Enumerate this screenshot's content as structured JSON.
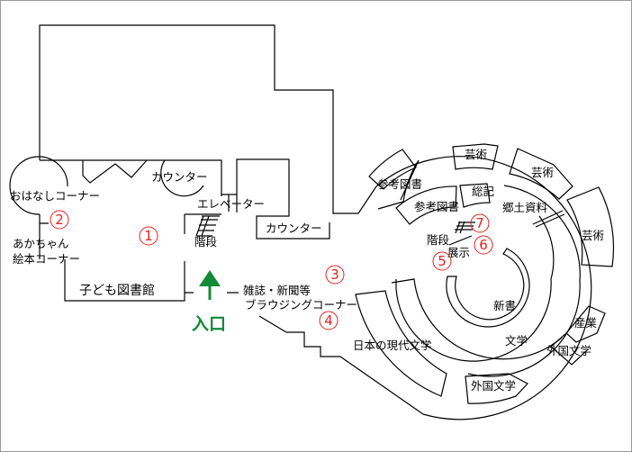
{
  "map": {
    "areas": {
      "ohanashi": "おはなしコーナー",
      "akachan_1": "あかちゃん",
      "akachan_2": "絵本コーナー",
      "counter_kids": "カウンター",
      "elevator": "エレベーター",
      "stairs_1": "階段",
      "counter_main": "カウンター",
      "kids_library": "子ども図書館",
      "entrance": "入口",
      "browsing_1": "雑誌・新聞等",
      "browsing_2": "ブラウジングコーナー",
      "reference_outer": "参考図書",
      "reference_inner": "参考図書",
      "art_1": "芸術",
      "art_2": "芸術",
      "art_3": "芸術",
      "general": "総記",
      "local": "郷土資料",
      "stairs_2": "階段",
      "exhibit": "展示",
      "new_books": "新書",
      "literature": "文学",
      "jp_modern_lit": "日本の現代文学",
      "industry": "産業",
      "foreign_lit_1": "外国文学",
      "foreign_lit_2": "外国文学"
    },
    "markers": [
      "1",
      "2",
      "3",
      "4",
      "5",
      "6",
      "7"
    ],
    "colors": {
      "marker": "#e8201c",
      "entrance": "#138a36"
    }
  }
}
